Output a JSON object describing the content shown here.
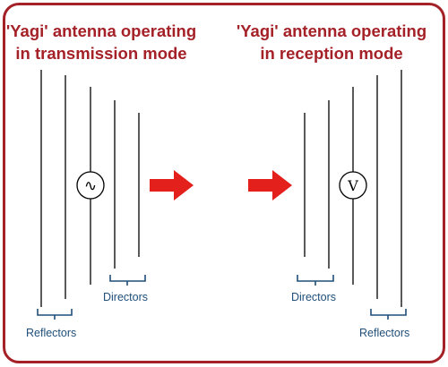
{
  "transmission": {
    "title_line1": "'Yagi' antenna operating",
    "title_line2": "in transmission mode",
    "source_symbol": "∿",
    "reflectors_label": "Reflectors",
    "directors_label": "Directors"
  },
  "reception": {
    "title_line1": "'Yagi' antenna operating",
    "title_line2": "in reception mode",
    "meter_symbol": "V",
    "directors_label": "Directors",
    "reflectors_label": "Reflectors"
  },
  "colors": {
    "frame": "#a52128",
    "title": "#a52128",
    "label": "#1f4e79",
    "arrow": "#e3201b",
    "element": "#000000"
  }
}
